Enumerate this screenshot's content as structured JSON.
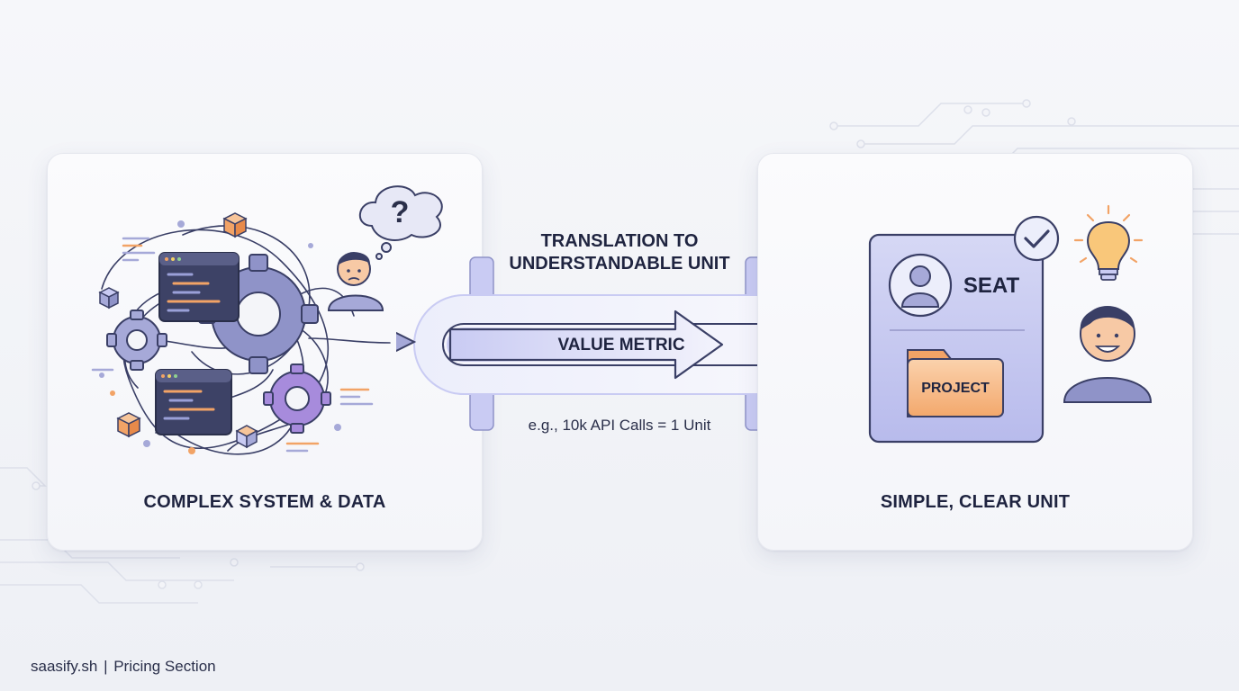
{
  "diagram": {
    "left_card": {
      "caption": "COMPLEX SYSTEM & DATA",
      "icons": [
        "code-window-icon",
        "gear-icon",
        "cube-icon",
        "confused-person-icon",
        "question-cloud-icon",
        "tangled-lines"
      ]
    },
    "middle": {
      "title_line1": "TRANSLATION TO",
      "title_line2": "UNDERSTANDABLE UNIT",
      "metric_label": "VALUE METRIC",
      "example": "e.g., 10k API Calls = 1 Unit"
    },
    "right_card": {
      "caption": "SIMPLE, CLEAR UNIT",
      "seat_label": "SEAT",
      "project_label": "PROJECT",
      "icons": [
        "user-avatar-icon",
        "folder-icon",
        "checkmark-badge-icon",
        "lightbulb-icon",
        "happy-person-icon"
      ]
    }
  },
  "footer": {
    "brand": "saasify.sh",
    "separator": "|",
    "section": "Pricing Section"
  },
  "colors": {
    "accent": "#7c7fd8",
    "accent_light": "#c9cbf3",
    "orange": "#f2a366",
    "navy": "#3a3f66",
    "text": "#1f2440"
  }
}
